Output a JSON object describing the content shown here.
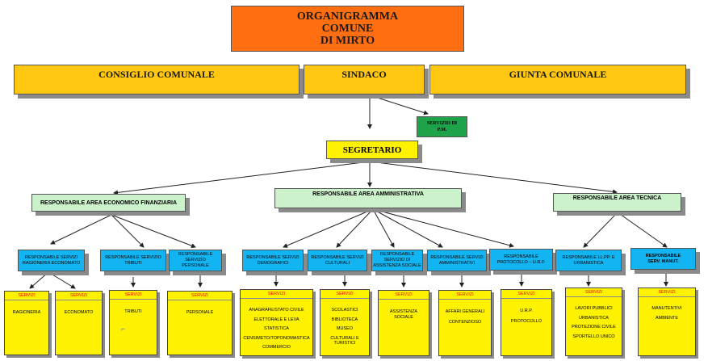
{
  "title": {
    "line1": "ORGANIGRAMMA",
    "line2": "COMUNE",
    "line3": "DI MIRTO"
  },
  "top_row": {
    "consiglio": "CONSIGLIO COMUNALE",
    "sindaco": "SINDACO",
    "giunta": "GIUNTA COMUNALE"
  },
  "servizio_pm": {
    "line1": "SERVIZIO DI",
    "line2": "P.M."
  },
  "segretario": "SEGRETARIO",
  "areas": {
    "economico": "RESPONSABILE AREA ECONOMICO FINANZIARIA",
    "amministrativa": "RESPONSABILE AREA AMMINISTRATIVA",
    "tecnica": "RESPONSABILE AREA  TECNICA"
  },
  "responsabili": [
    {
      "l1": "RESPONSABILE SERVIZI",
      "l2": "RAGIONERIA ECONOMATO",
      "l3": ""
    },
    {
      "l1": "RESPONSABILE SERVIZIO",
      "l2": "TRIBUTI",
      "l3": ""
    },
    {
      "l1": "RESPONSABILE SERVIZIO",
      "l2": "PERSONALE",
      "l3": ""
    },
    {
      "l1": "RESPONSABILE SERVIZI",
      "l2": "DEMOGRAFICI",
      "l3": ""
    },
    {
      "l1": "RESPONSABILE SERVIZI",
      "l2": "CULTURALI",
      "l3": ""
    },
    {
      "l1": "RESPONSABILE",
      "l2": "SERVIZIO DI",
      "l3": "ASSISTENZA SOCIALE"
    },
    {
      "l1": "RESPONSABILE SERVIZI",
      "l2": "AMMINISTRATIVI",
      "l3": ""
    },
    {
      "l1": "RESPONSABILE",
      "l2": "PROTOCOLLO – U.R.P.",
      "l3": ""
    },
    {
      "l1": "RESPONSABILE LL.PP. E",
      "l2": "URBANISTICA",
      "l3": ""
    },
    {
      "l1": "RESPONSABILE",
      "l2": "SERV.  MANUT.",
      "l3": ""
    }
  ],
  "servizi_header": "SERVIZI",
  "servizi": [
    [
      "RAGIONERIA"
    ],
    [
      "ECONOMATO"
    ],
    [
      "TRIBUTI"
    ],
    [
      "PERSONALE"
    ],
    [
      "ANAGRAFE/STATO CIVILE",
      "ELETTORALE E LEVA",
      "STATISTICA",
      "CENSIMETO/TOPONOMASTICA",
      "COMMERCIO"
    ],
    [
      "SCOLASTICI",
      "BIBLIOTECA",
      "MUSEO",
      "CULTURALI E TURISTICI"
    ],
    [
      "ASSISTENZA SOCIALE"
    ],
    [
      "AFFARI GENERALI",
      "CONTENZIOSO"
    ],
    [
      "U.R.P.",
      "PROTOCOLLO"
    ],
    [
      "LAVORI PUBBLICI",
      "URBANISTICA",
      "PROTEZIONE CIVILE",
      "SPORTELLO UNICO"
    ],
    [
      "MANUTENTIVI",
      "AMBIENTE"
    ]
  ],
  "colors": {
    "title": "#ff6f12",
    "gold": "#ffc70f",
    "green": "#1fa34a",
    "yellow": "#fff200",
    "mint": "#ccf2cc",
    "blue": "#12b4f2",
    "header_red": "#ff0000"
  }
}
